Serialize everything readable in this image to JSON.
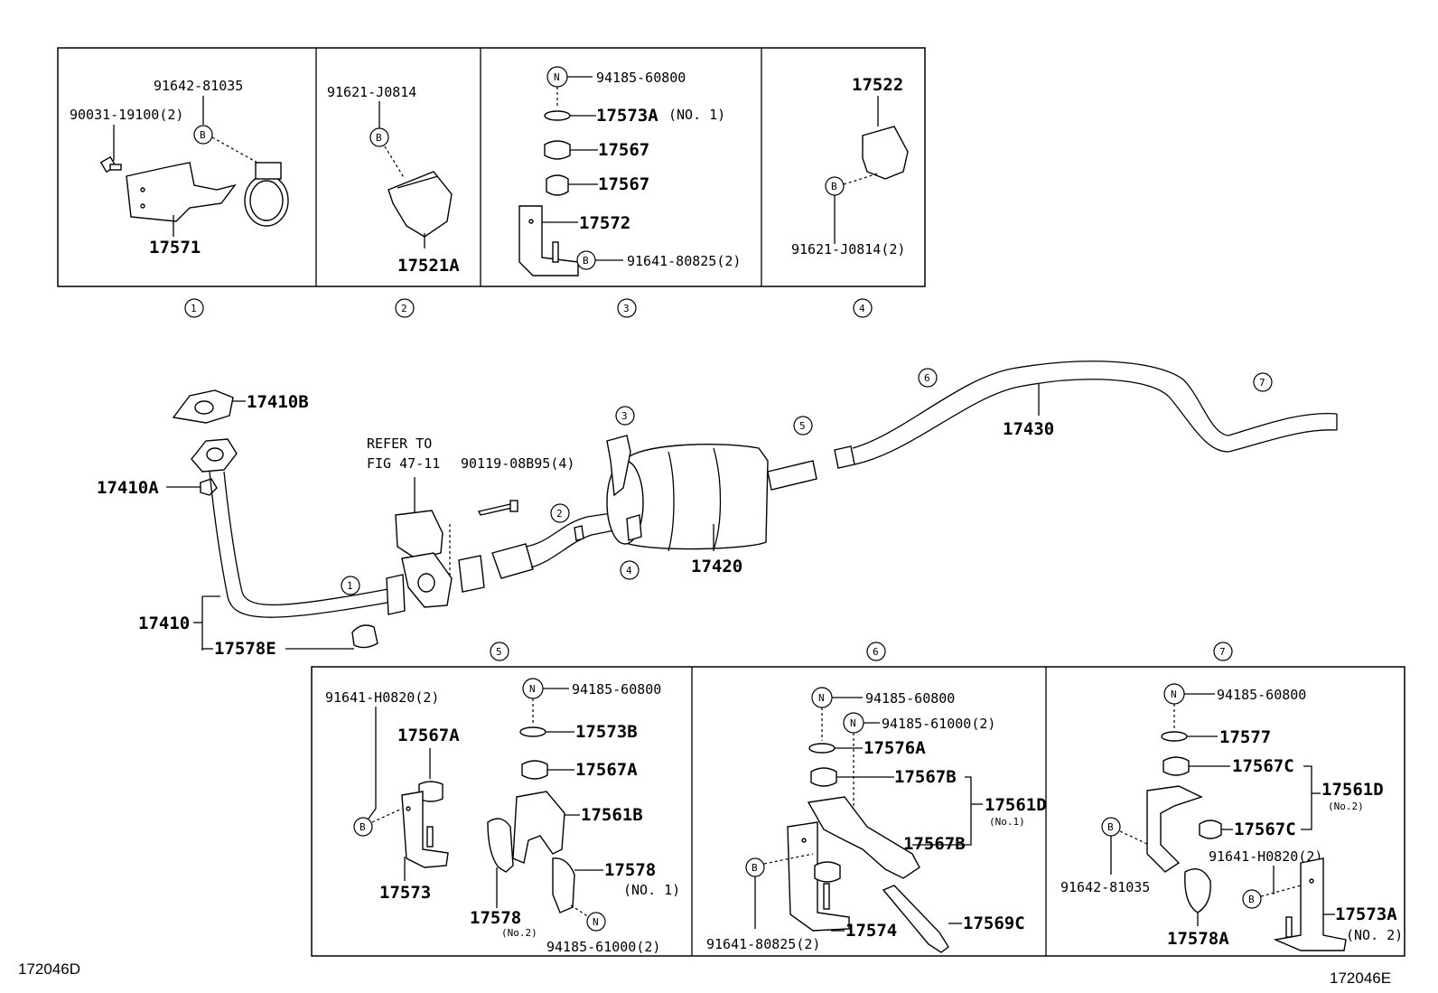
{
  "diagram": {
    "top_panels": [
      {
        "index": "①",
        "parts": [
          "91642-81035",
          "90031-19100(2)",
          "17571"
        ]
      },
      {
        "index": "②",
        "parts": [
          "91621-J0814",
          "17521A"
        ]
      },
      {
        "index": "③",
        "parts": [
          "94185-60800",
          "17573A",
          "(NO. 1)",
          "17567",
          "17567",
          "17572",
          "91641-80825(2)"
        ]
      },
      {
        "index": "④",
        "parts": [
          "17522",
          "91621-J0814(2)"
        ]
      }
    ],
    "callouts": {
      "c1": "1",
      "c2": "2",
      "c3": "3",
      "c4": "4",
      "c5": "5",
      "c6": "6",
      "c7": "7"
    },
    "main": {
      "refer_line1": "REFER TO",
      "refer_line2": "FIG 47-11",
      "p17410B": "17410B",
      "p17410A": "17410A",
      "p17410": "17410",
      "p17578E": "17578E",
      "p9011908B95": "90119-08B95(4)",
      "p17420": "17420",
      "p17430": "17430"
    },
    "bottom_panels": [
      {
        "index": "⑤",
        "parts": [
          "91641-H0820(2)",
          "94185-60800",
          "17573B",
          "17567A",
          "17567A",
          "17561B",
          "17573",
          "17578",
          "(No.2)",
          "17578",
          "(NO. 1)",
          "94185-61000(2)"
        ]
      },
      {
        "index": "⑥",
        "parts": [
          "94185-60800",
          "94185-61000(2)",
          "17576A",
          "17567B",
          "17561D",
          "(No.1)",
          "17567B",
          "91641-80825(2)",
          "17574",
          "17569C"
        ]
      },
      {
        "index": "⑦",
        "parts": [
          "94185-60800",
          "17577",
          "17567C",
          "17561D",
          "(No.2)",
          "17567C",
          "91642-81035",
          "91641-H0820(2)",
          "17578A",
          "17573A",
          "(NO. 2)"
        ]
      }
    ],
    "badge_B": "B",
    "badge_N": "N",
    "footer_left": "172046D",
    "footer_right": "172046E"
  }
}
